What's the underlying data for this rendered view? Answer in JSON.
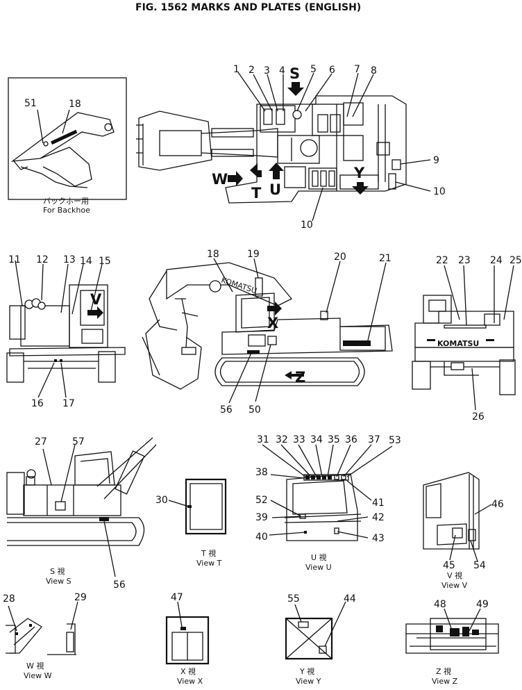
{
  "title": "FIG. 1562   MARKS AND PLATES (ENGLISH)",
  "inset_caption": {
    "japanese": "バックホー用",
    "english": "For Backhoe"
  },
  "arrow_letters": {
    "S": "S",
    "W": "W",
    "T": "T",
    "U": "U",
    "Y": "Y",
    "V": "V",
    "X": "X",
    "Z": "Z"
  },
  "brand_text": "KOMATSU",
  "views": {
    "s": {
      "jp": "S  視",
      "en": "View S"
    },
    "t": {
      "jp": "T  視",
      "en": "View T"
    },
    "u": {
      "jp": "U  視",
      "en": "View U"
    },
    "v": {
      "jp": "V  視",
      "en": "View V"
    },
    "w": {
      "jp": "W  視",
      "en": "View W"
    },
    "x": {
      "jp": "X  視",
      "en": "View X"
    },
    "y": {
      "jp": "Y  視",
      "en": "View Y"
    },
    "z": {
      "jp": "Z  視",
      "en": "View Z"
    }
  },
  "callouts": {
    "c1": "1",
    "c2": "2",
    "c3": "3",
    "c4": "4",
    "c5": "5",
    "c6": "6",
    "c7": "7",
    "c8": "8",
    "c9": "9",
    "c10a": "10",
    "c10b": "10",
    "c11": "11",
    "c12": "12",
    "c13": "13",
    "c14": "14",
    "c15": "15",
    "c16": "16",
    "c17": "17",
    "c18a": "18",
    "c18b": "18",
    "c19": "19",
    "c20": "20",
    "c21": "21",
    "c22": "22",
    "c23": "23",
    "c24": "24",
    "c25": "25",
    "c26": "26",
    "c27": "27",
    "c28": "28",
    "c29": "29",
    "c30": "30",
    "c31": "31",
    "c32": "32",
    "c33": "33",
    "c34": "34",
    "c35": "35",
    "c36": "36",
    "c37": "37",
    "c38": "38",
    "c39": "39",
    "c40": "40",
    "c41": "41",
    "c42": "42",
    "c43": "43",
    "c44": "44",
    "c45": "45",
    "c46": "46",
    "c47": "47",
    "c48": "48",
    "c49": "49",
    "c50": "50",
    "c51": "51",
    "c52": "52",
    "c53": "53",
    "c54": "54",
    "c55": "55",
    "c56a": "56",
    "c56b": "56",
    "c57": "57"
  }
}
